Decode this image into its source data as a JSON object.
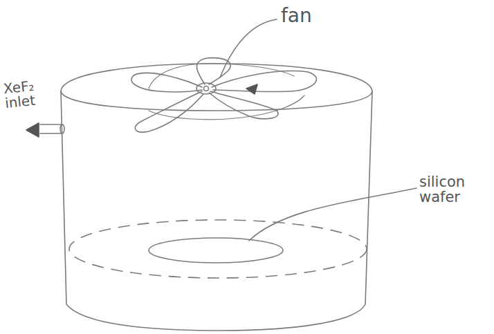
{
  "diagram": {
    "labels": [
      "fan",
      "XeF₂ inlet",
      "silicon wafer"
    ]
  }
}
